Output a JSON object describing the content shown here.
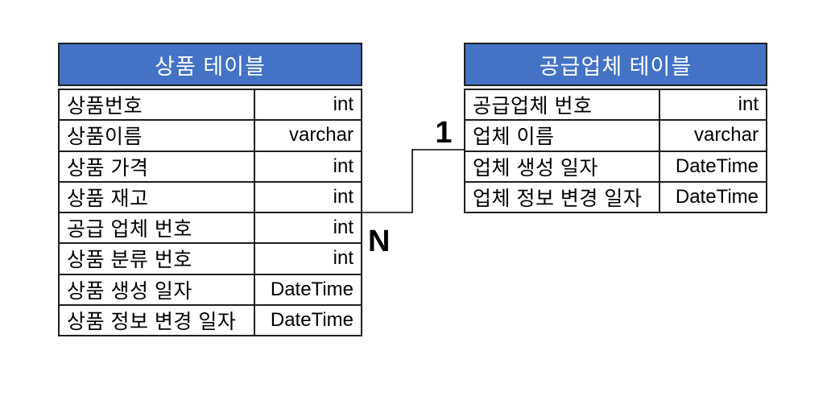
{
  "diagram": {
    "tables": [
      {
        "title": "상품 테이블",
        "rows": [
          {
            "name": "상품번호",
            "type": "int"
          },
          {
            "name": "상품이름",
            "type": "varchar"
          },
          {
            "name": "상품 가격",
            "type": "int"
          },
          {
            "name": "상품 재고",
            "type": "int"
          },
          {
            "name": "공급 업체 번호",
            "type": "int"
          },
          {
            "name": "상품 분류 번호",
            "type": "int"
          },
          {
            "name": "상품 생성 일자",
            "type": "DateTime"
          },
          {
            "name": "상품 정보 변경 일자",
            "type": "DateTime"
          }
        ]
      },
      {
        "title": "공급업체 테이블",
        "rows": [
          {
            "name": "공급업체 번호",
            "type": "int"
          },
          {
            "name": "업체 이름",
            "type": "varchar"
          },
          {
            "name": "업체 생성 일자",
            "type": "DateTime"
          },
          {
            "name": "업체 정보 변경 일자",
            "type": "DateTime"
          }
        ]
      }
    ],
    "relationship": {
      "one_label": "1",
      "many_label": "N"
    },
    "colors": {
      "header_bg": "#4472C4",
      "header_text": "#FFFFFF",
      "border": "#1F1F1F",
      "line": "#000000"
    }
  }
}
